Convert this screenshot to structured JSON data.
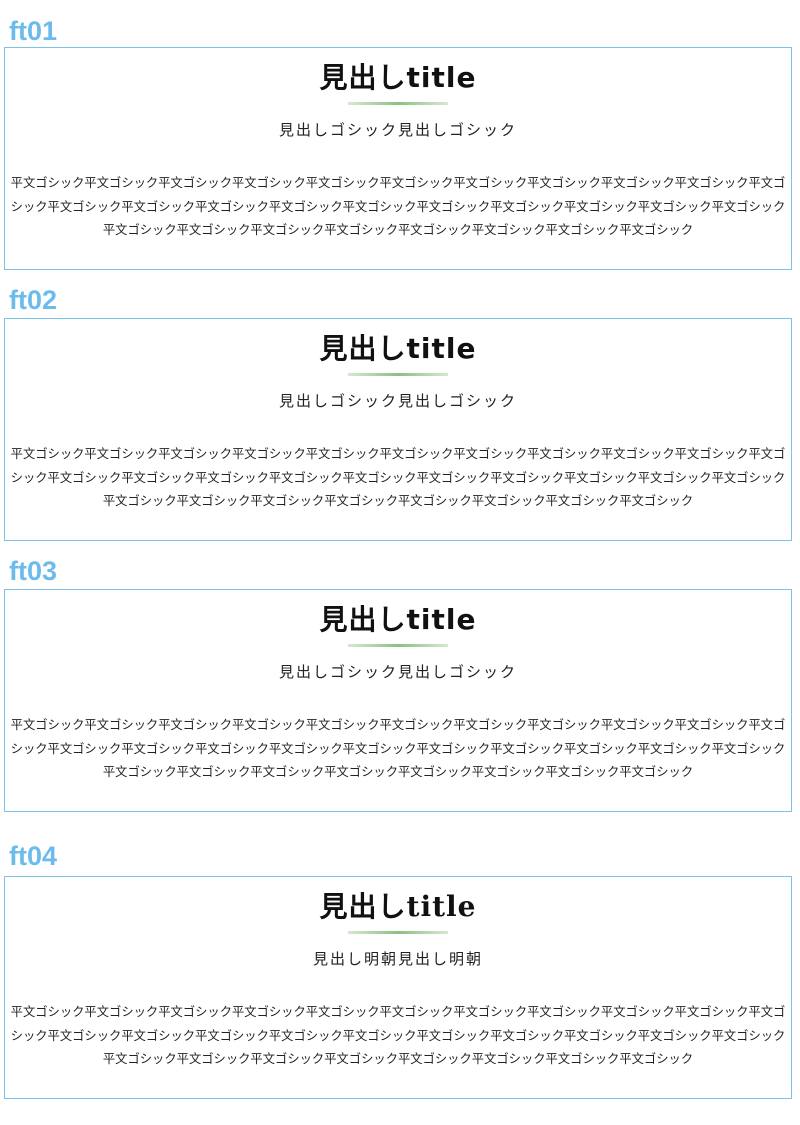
{
  "sections": [
    {
      "label": "ft01",
      "title": "見出しtitle",
      "subtitle": "見出しゴシック見出しゴシック",
      "body": "平文ゴシック平文ゴシック平文ゴシック平文ゴシック平文ゴシック平文ゴシック平文ゴシック平文ゴシック平文ゴシック平文ゴシック平文ゴシック平文ゴシック平文ゴシック平文ゴシック平文ゴシック平文ゴシック平文ゴシック平文ゴシック平文ゴシック平文ゴシック平文ゴシック平文ゴシック平文ゴシック平文ゴシック平文ゴシック平文ゴシック平文ゴシック平文ゴシック平文ゴシック"
    },
    {
      "label": "ft02",
      "title": "見出しtitle",
      "subtitle": "見出しゴシック見出しゴシック",
      "body": "平文ゴシック平文ゴシック平文ゴシック平文ゴシック平文ゴシック平文ゴシック平文ゴシック平文ゴシック平文ゴシック平文ゴシック平文ゴシック平文ゴシック平文ゴシック平文ゴシック平文ゴシック平文ゴシック平文ゴシック平文ゴシック平文ゴシック平文ゴシック平文ゴシック平文ゴシック平文ゴシック平文ゴシック平文ゴシック平文ゴシック平文ゴシック平文ゴシック平文ゴシック"
    },
    {
      "label": "ft03",
      "title": "見出しtitle",
      "subtitle": "見出しゴシック見出しゴシック",
      "body": "平文ゴシック平文ゴシック平文ゴシック平文ゴシック平文ゴシック平文ゴシック平文ゴシック平文ゴシック平文ゴシック平文ゴシック平文ゴシック平文ゴシック平文ゴシック平文ゴシック平文ゴシック平文ゴシック平文ゴシック平文ゴシック平文ゴシック平文ゴシック平文ゴシック平文ゴシック平文ゴシック平文ゴシック平文ゴシック平文ゴシック平文ゴシック平文ゴシック平文ゴシック"
    },
    {
      "label": "ft04",
      "title": "見出しtitle",
      "subtitle": "見出し明朝見出し明朝",
      "body": "平文ゴシック平文ゴシック平文ゴシック平文ゴシック平文ゴシック平文ゴシック平文ゴシック平文ゴシック平文ゴシック平文ゴシック平文ゴシック平文ゴシック平文ゴシック平文ゴシック平文ゴシック平文ゴシック平文ゴシック平文ゴシック平文ゴシック平文ゴシック平文ゴシック平文ゴシック平文ゴシック平文ゴシック平文ゴシック平文ゴシック平文ゴシック平文ゴシック平文ゴシック"
    }
  ]
}
